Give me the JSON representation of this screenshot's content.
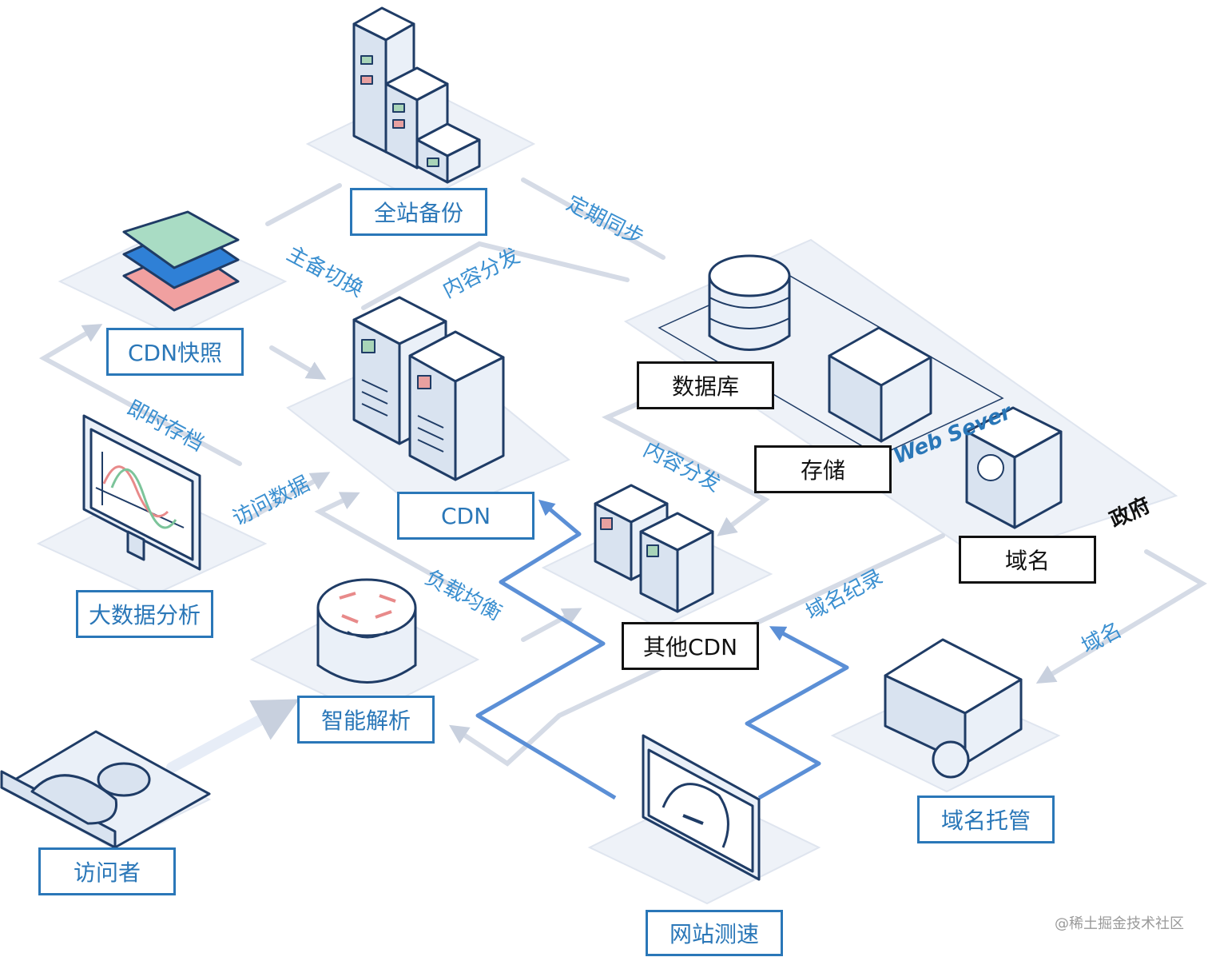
{
  "nodes": {
    "backup": "全站备份",
    "snapshot": "CDN快照",
    "bigdata": "大数据分析",
    "cdn": "CDN",
    "dns": "智能解析",
    "visitor": "访问者",
    "database": "数据库",
    "storage": "存储",
    "domain": "域名",
    "other_cdn": "其他CDN",
    "domain_hosting": "域名托管",
    "speed_test": "网站测速"
  },
  "connectors": {
    "periodic_sync": "定期同步",
    "failover": "主备切换",
    "content_dist_1": "内容分发",
    "instant_archive": "即时存档",
    "access_data": "访问数据",
    "content_dist_2": "内容分发",
    "load_balance": "负载均衡",
    "domain_record": "域名纪录",
    "domain_link": "域名"
  },
  "labels": {
    "web_server": "Web Sever",
    "government": "政府"
  },
  "watermark": "@稀土掘金技术社区",
  "colors": {
    "accent": "#2a77b8",
    "light_blue": "#3a8fd0",
    "platform": "#eef2f8",
    "connector": "#d5dbe6",
    "route": "#5b8fd6"
  }
}
